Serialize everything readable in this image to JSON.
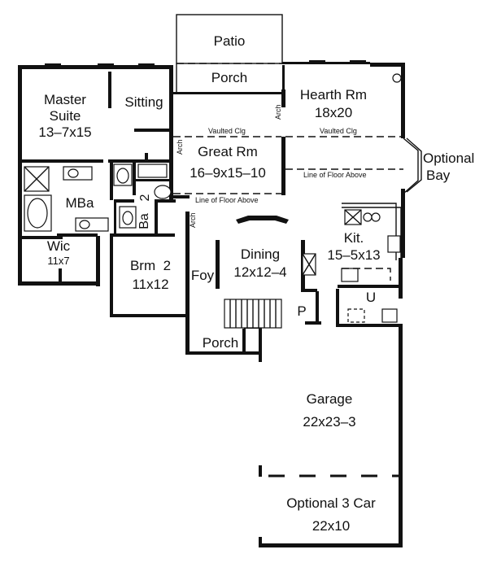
{
  "rooms": {
    "patio": "Patio",
    "porch_rear": "Porch",
    "hearth_rm": "Hearth Rm",
    "hearth_dim": "18x20",
    "master_suite_1": "Master",
    "master_suite_2": "Suite",
    "master_dim": "13–7x15",
    "sitting": "Sitting",
    "great_rm": "Great Rm",
    "great_dim": "16–9x15–10",
    "optional_bay_1": "Optional",
    "optional_bay_2": "Bay",
    "mba": "MBa",
    "ba2_num": "2",
    "ba2_ba": "Ba",
    "wic": "Wic",
    "wic_dim": "11x7",
    "brm2": "Brm  2",
    "brm2_dim": "11x12",
    "foy": "Foy",
    "dining": "Dining",
    "dining_dim": "12x12–4",
    "kit": "Kit.",
    "kit_dim": "15–5x13",
    "utility": "U",
    "pantry": "P",
    "porch_front": "Porch",
    "garage": "Garage",
    "garage_dim": "22x23–3",
    "optional_car": "Optional 3 Car",
    "optional_car_dim": "22x10"
  },
  "notes": {
    "vaulted_left": "Vaulted Clg",
    "vaulted_right": "Vaulted Clg",
    "floor_above_left": "Line of Floor Above",
    "floor_above_right": "Line of Floor Above",
    "arch_top": "Arch",
    "arch_great": "Arch",
    "arch_foyer": "Arch"
  }
}
